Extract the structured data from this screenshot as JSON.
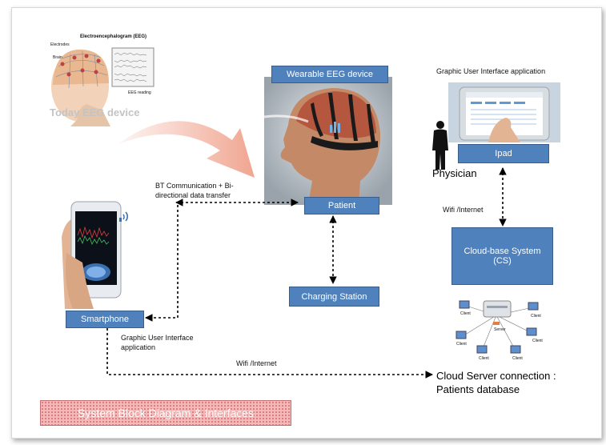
{
  "eeg_figure": {
    "title": "Electroencephalogram (EEG)",
    "electrodes": "Electrodes",
    "brain": "Brain",
    "reading": "EEG reading"
  },
  "labels": {
    "today_eeg": "Today EEG device",
    "wearable": "Wearable EEG device",
    "gui_app_top": "Graphic User Interface application",
    "physician": "Physician",
    "ipad": "Ipad",
    "bt_comm_1": "BT Communication + Bi-",
    "bt_comm_2": "directional data transfer",
    "patient": "Patient",
    "wifi_right": "Wifi /Internet",
    "cloud_system_1": "Cloud-base System",
    "cloud_system_2": "(CS)",
    "charging": "Charging Station",
    "smartphone": "Smartphone",
    "gui_app_bottom_1": "Graphic User Interface",
    "gui_app_bottom_2": "application",
    "wifi_bottom": "Wifi /Internet",
    "cloud_conn_1": "Cloud Server connection :",
    "cloud_conn_2": "Patients database",
    "caption": "System Block Diagram & Interfaces"
  },
  "network": {
    "server": "Server",
    "client": "Client"
  },
  "colors": {
    "box_blue": "#4f81bd",
    "arrow": "#f0a08a",
    "caption_bg": "#f4b8b8"
  }
}
